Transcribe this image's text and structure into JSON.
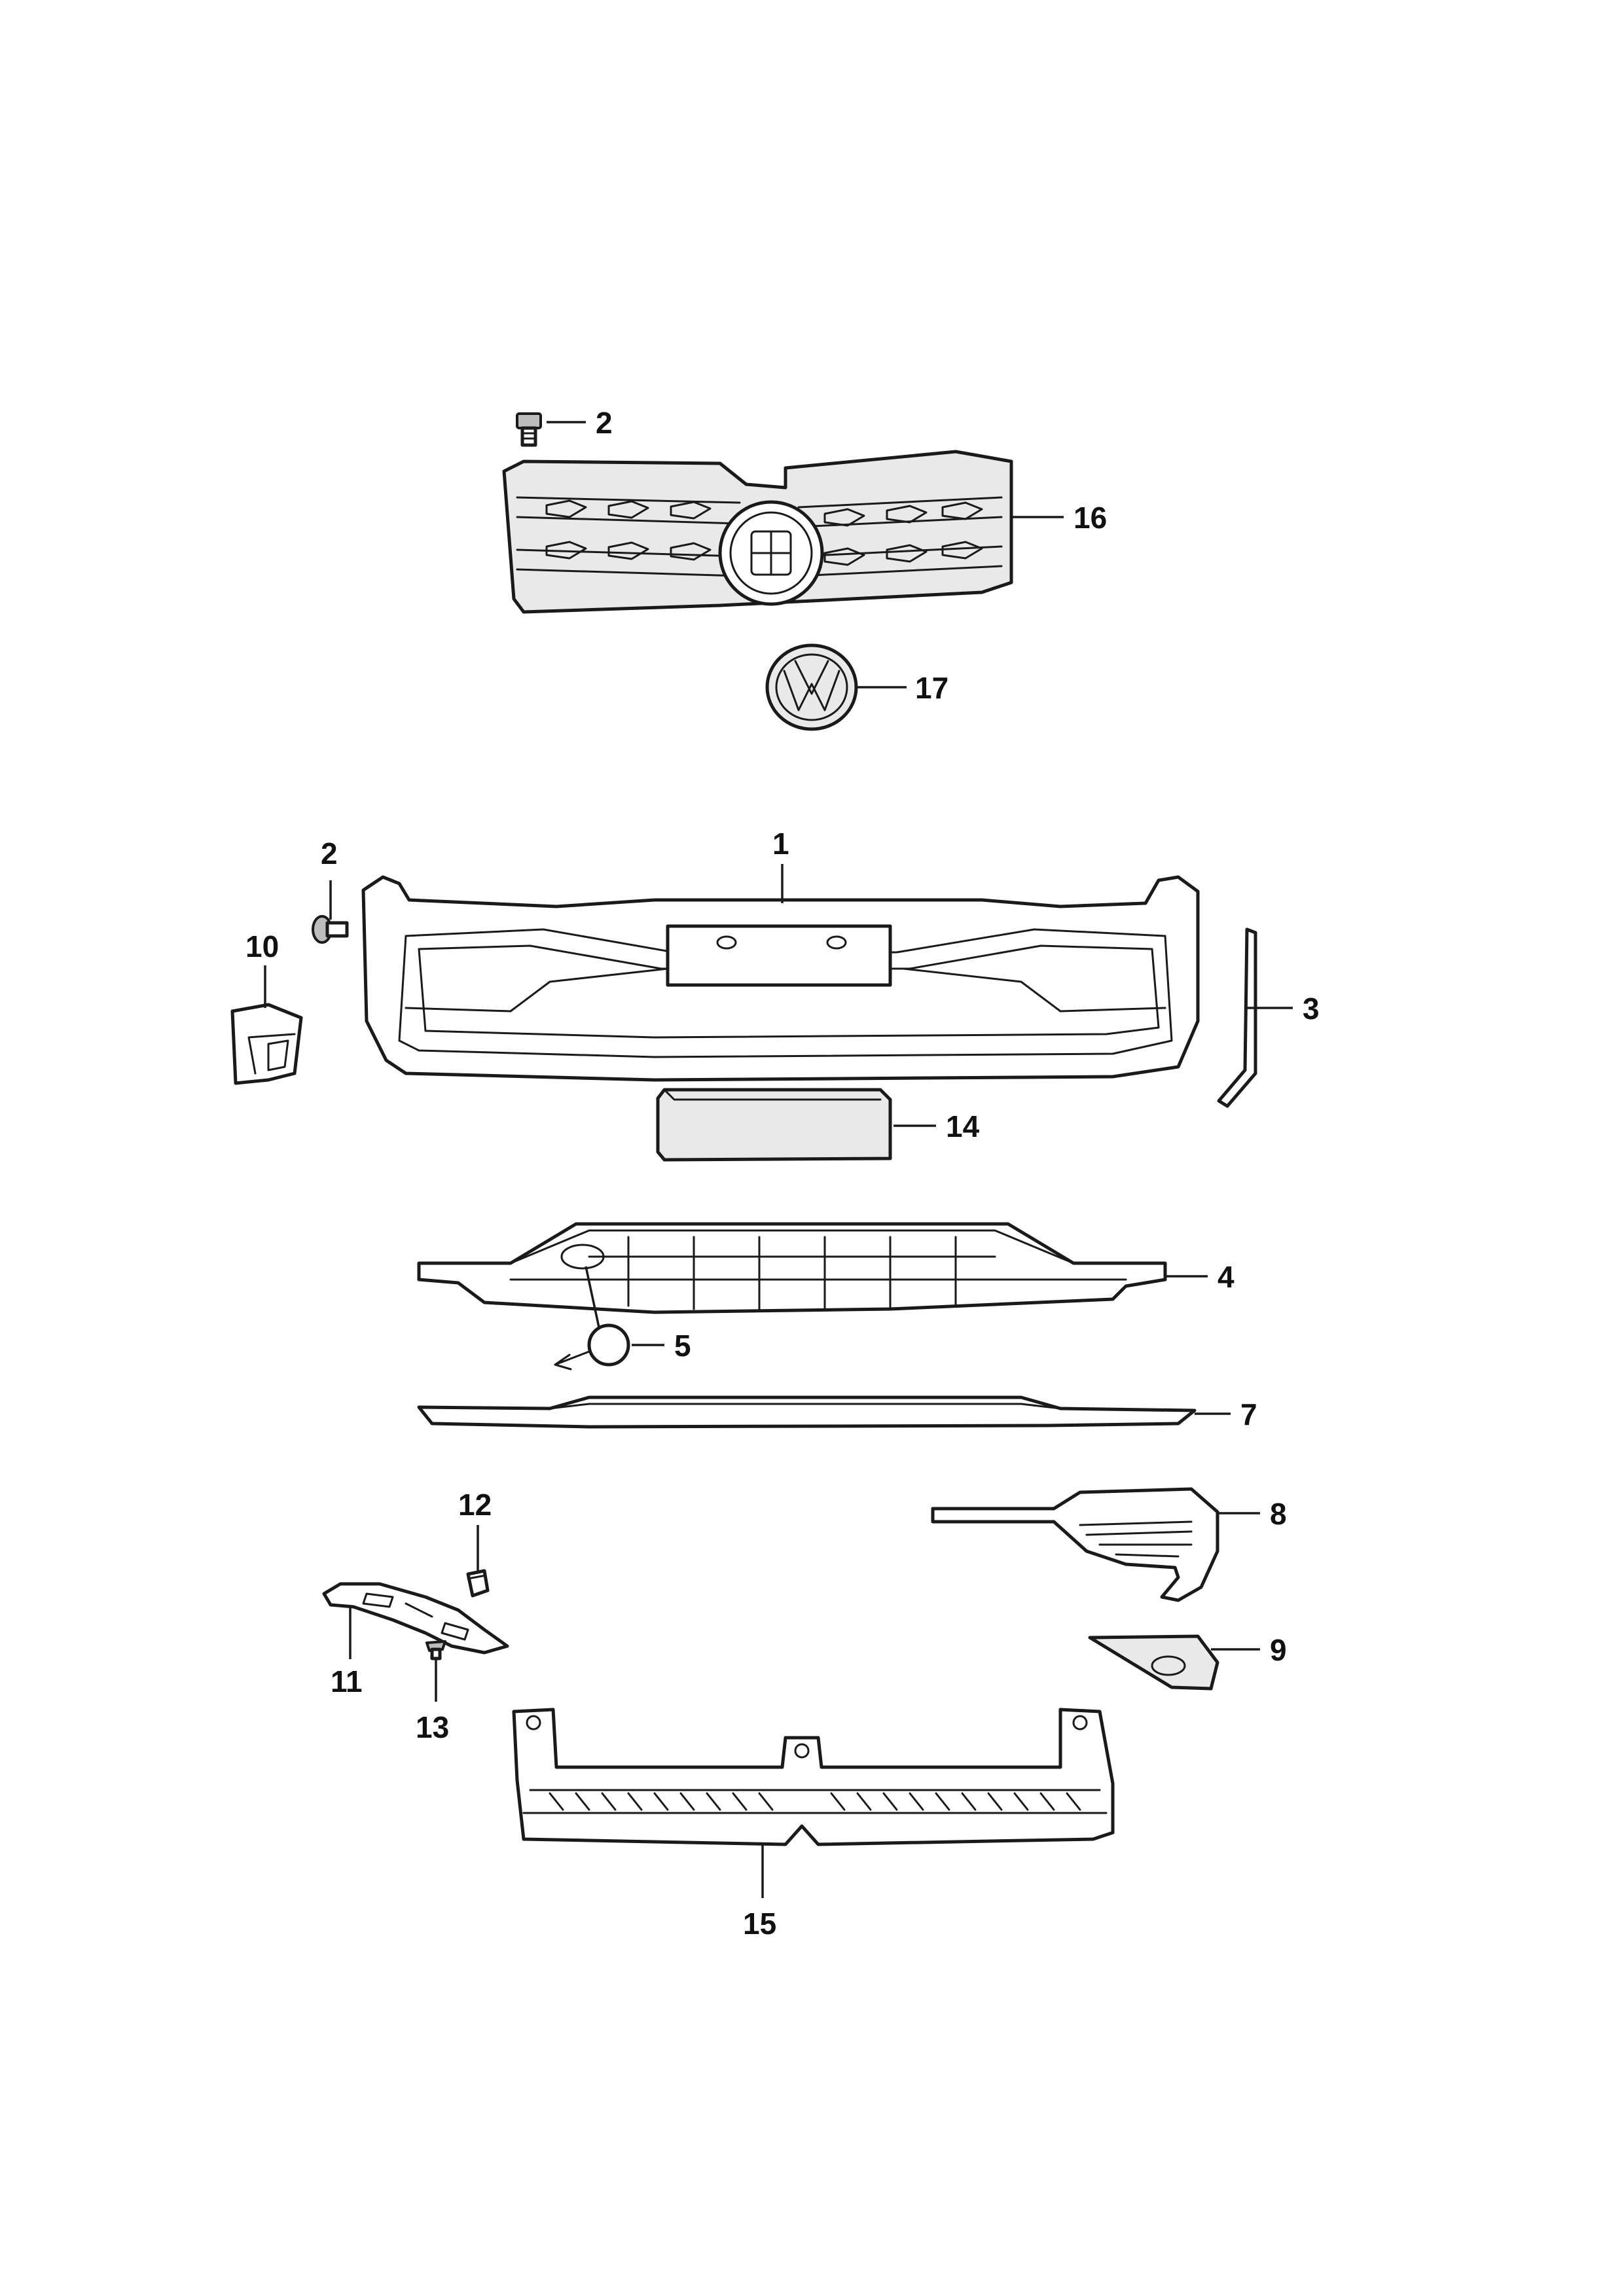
{
  "callouts": {
    "c1": "1",
    "c2a": "2",
    "c2b": "2",
    "c3": "3",
    "c4": "4",
    "c5": "5",
    "c7": "7",
    "c8": "8",
    "c9": "9",
    "c10": "10",
    "c11": "11",
    "c12": "12",
    "c13": "13",
    "c14": "14",
    "c15": "15",
    "c16": "16",
    "c17": "17"
  },
  "colors": {
    "line": "#1a1a1a",
    "fill": "#ffffff",
    "shade": "#e9e9e9"
  }
}
